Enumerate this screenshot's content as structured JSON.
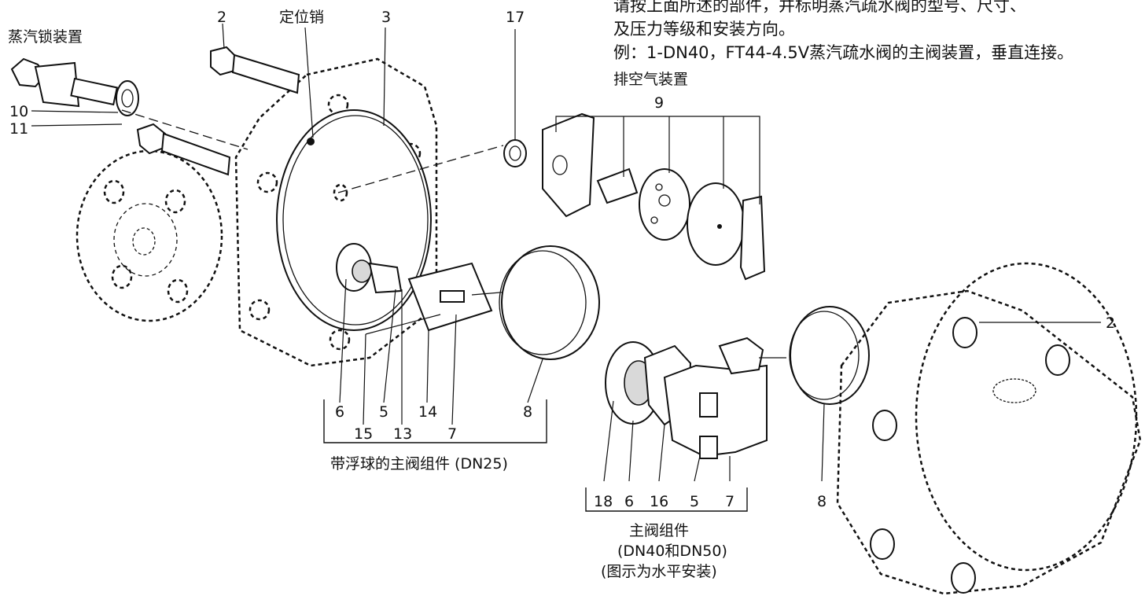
{
  "header": {
    "line1": "请按上面所述的部件，并标明蒸汽疏水阀的型号、尺寸、",
    "line2": "及压力等级和安装方向。",
    "line3": "例：1-DN40，FT44-4.5V蒸汽疏水阀的主阀装置，垂直连接。"
  },
  "labels": {
    "steam_lock": "蒸汽锁装置",
    "locating_pin": "定位销",
    "air_vent": "排空气装置",
    "group_dn25": "带浮球的主阀组件 (DN25)",
    "group_dn40_l1": "主阀组件",
    "group_dn40_l2": "(DN40和DN50)",
    "group_dn40_l3": "(图示为水平安装)"
  },
  "numbers": {
    "n2_top": "2",
    "n3": "3",
    "n17": "17",
    "n9": "9",
    "n10": "10",
    "n11": "11",
    "n6_a": "6",
    "n5_a": "5",
    "n14": "14",
    "n8_a": "8",
    "n15": "15",
    "n13": "13",
    "n7_a": "7",
    "n18": "18",
    "n6_b": "6",
    "n16": "16",
    "n5_b": "5",
    "n7_b": "7",
    "n8_b": "8",
    "n2_right": "2"
  }
}
